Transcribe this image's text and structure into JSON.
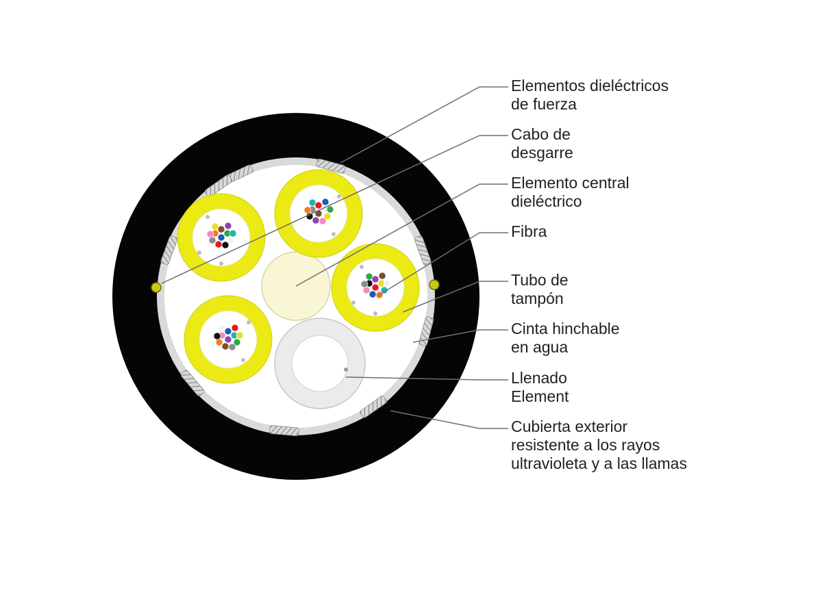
{
  "labels": [
    {
      "lines": [
        "Elementos dieléctricos",
        "de fuerza"
      ]
    },
    {
      "lines": [
        "Cabo de",
        "desgarre"
      ]
    },
    {
      "lines": [
        "Elemento central",
        "dieléctrico"
      ]
    },
    {
      "lines": [
        "Fibra"
      ]
    },
    {
      "lines": [
        "Tubo de",
        "tampón"
      ]
    },
    {
      "lines": [
        "Cinta hinchable",
        "en agua"
      ]
    },
    {
      "lines": [
        "Llenado",
        "Element"
      ]
    },
    {
      "lines": [
        "Cubierta exterior",
        "resistente a los rayos",
        "ultravioleta y a las llamas"
      ]
    }
  ],
  "colors": {
    "jacket": "#050505",
    "tape": "#dadada",
    "inner_fill": "#ffffff",
    "buffer_tube": "#ecea14",
    "buffer_tube_inner": "#ffffff",
    "central_member": "#f9f6d5",
    "filler_element": "#ebebeb",
    "leader_line": "#6d6e71",
    "ripcord": "#c9c918",
    "fiber_palette": [
      "#1a5fb4",
      "#f57c20",
      "#2ea84a",
      "#7a4f2a",
      "#8c8c8c",
      "#f2f2f2",
      "#e31c23",
      "#111111",
      "#e4e02a",
      "#8e44ad",
      "#f08cc0",
      "#1fb5b1"
    ]
  }
}
